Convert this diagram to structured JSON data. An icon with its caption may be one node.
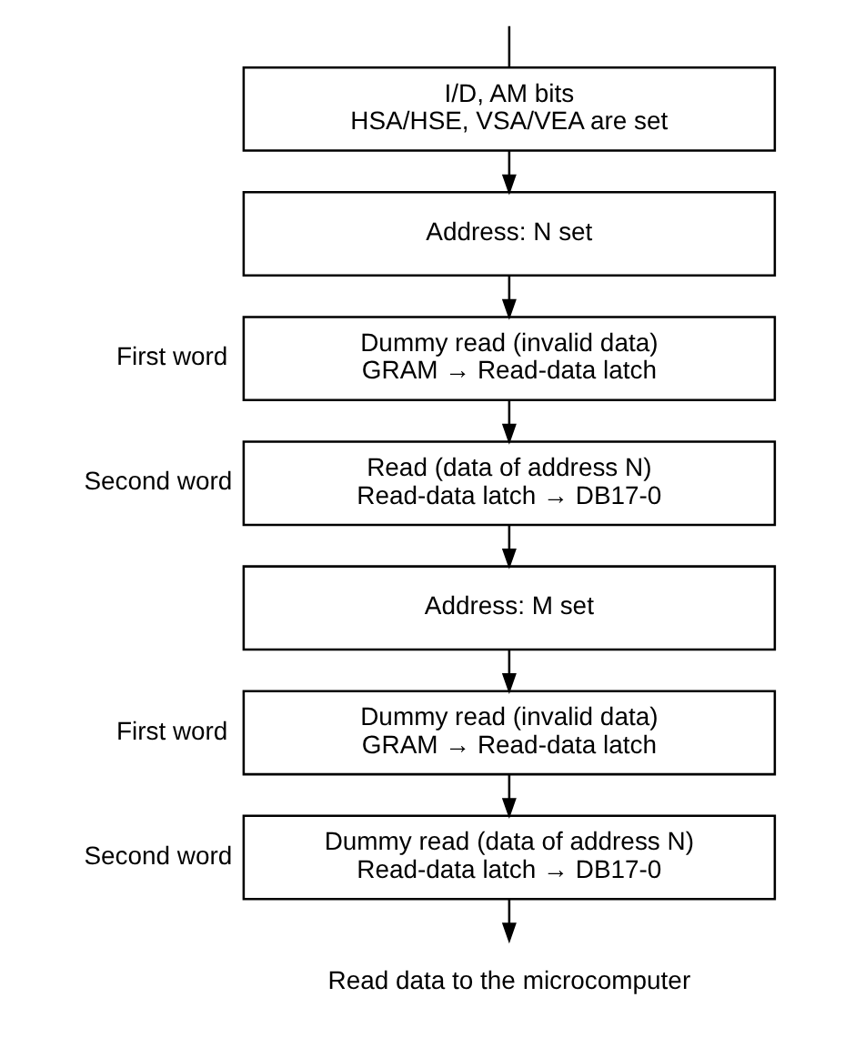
{
  "diagram": {
    "nodes": [
      {
        "text": [
          "I/D, AM bits",
          "HSA/HSE, VSA/VEA are set"
        ]
      },
      {
        "text": [
          "Address: N set"
        ]
      },
      {
        "text": [
          "Dummy read (invalid data)",
          "GRAM → Read-data latch"
        ],
        "beside": [
          "First word"
        ]
      },
      {
        "text": [
          "Read (data of address N)",
          "Read-data latch → DB17-0"
        ],
        "beside": [
          "Second word"
        ]
      },
      {
        "text": [
          "Address: M set"
        ]
      },
      {
        "text": [
          "Dummy read (invalid data)",
          "GRAM → Read-data latch"
        ],
        "beside": [
          "First word"
        ]
      },
      {
        "text": [
          "Dummy read (data of address N)",
          "Read-data latch → DB17-0"
        ],
        "beside": [
          "Second word"
        ]
      },
      {
        "text": [
          "Read data to the microcomputer"
        ]
      }
    ],
    "edges": [
      {
        "from": null,
        "to": 0,
        "arrow": "none"
      },
      {
        "from": 0,
        "to": 1,
        "arrow": "to"
      },
      {
        "from": 1,
        "to": 2,
        "arrow": "to"
      },
      {
        "from": 2,
        "to": 3,
        "arrow": "to"
      },
      {
        "from": 3,
        "to": 4,
        "arrow": "to"
      },
      {
        "from": 4,
        "to": 5,
        "arrow": "to"
      },
      {
        "from": 5,
        "to": 6,
        "arrow": "to"
      },
      {
        "from": 6,
        "to": 7,
        "arrow": "to"
      }
    ]
  }
}
